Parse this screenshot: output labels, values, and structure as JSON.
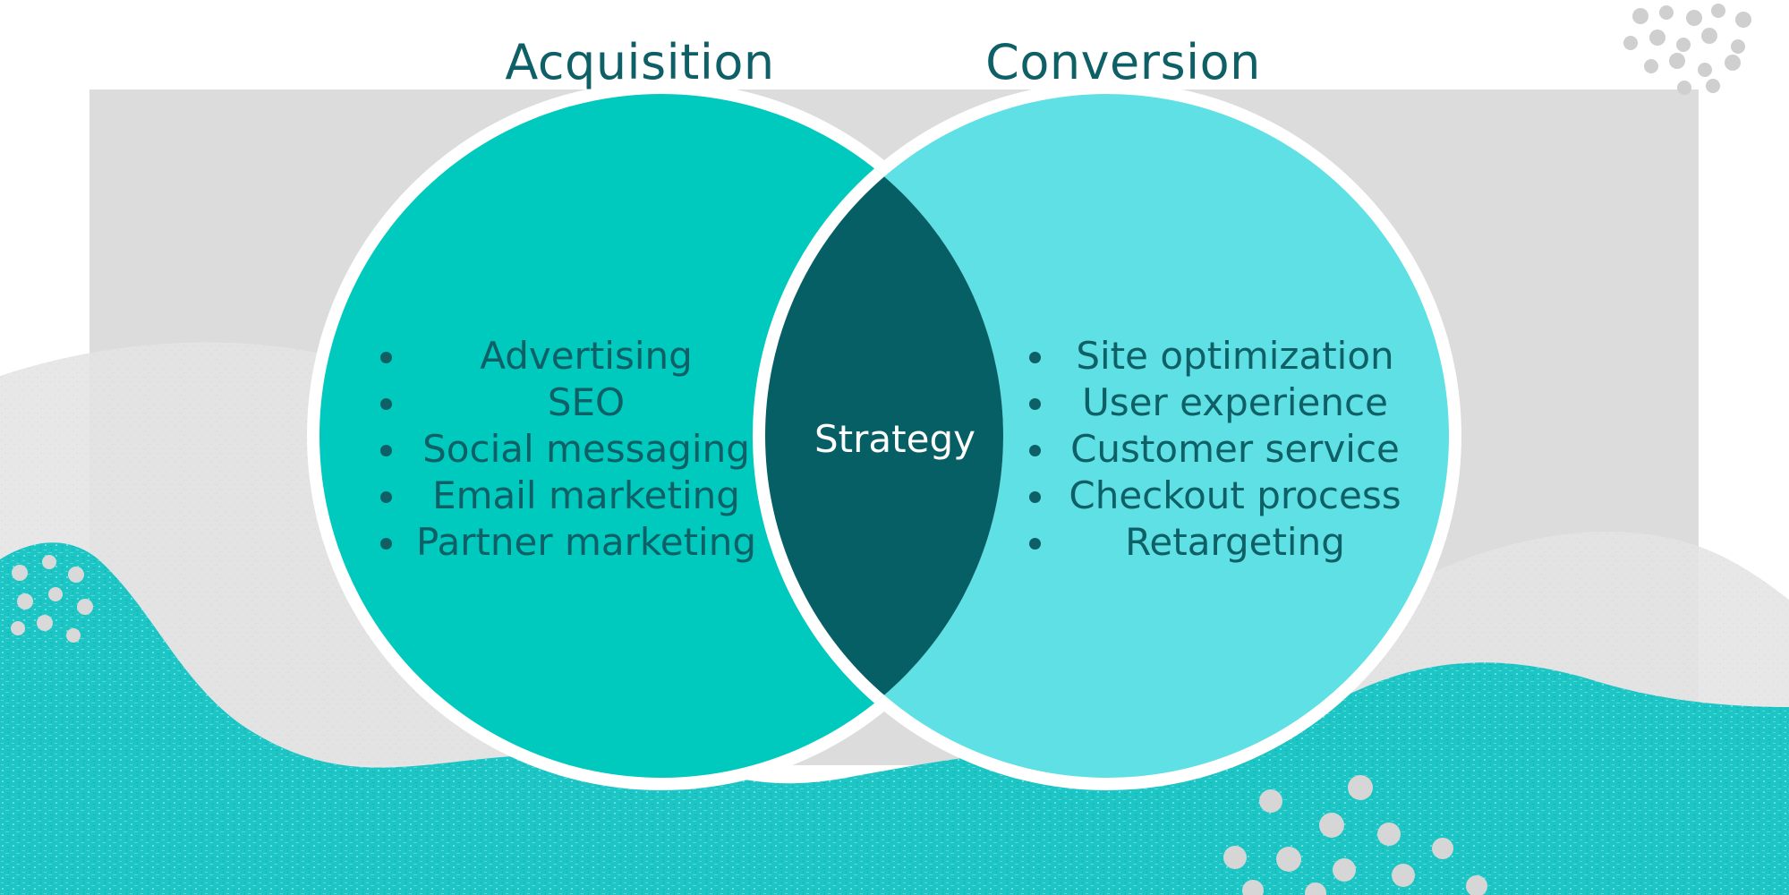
{
  "colors": {
    "left_circle": "#00c9bd",
    "right_circle": "#5ee0e4",
    "intersection": "#075f66",
    "outline": "#ffffff",
    "panel": "#dcdcdc",
    "text_dark": "#0e5f66",
    "wave_teal": "#1dc5c4",
    "wave_light": "#e6e6e6",
    "dots": "#c9c9c9"
  },
  "diagram": {
    "left": {
      "title": "Acquisition",
      "items": [
        "Advertising",
        "SEO",
        "Social messaging",
        "Email marketing",
        "Partner marketing"
      ]
    },
    "right": {
      "title": "Conversion",
      "items": [
        "Site optimization",
        "User experience",
        "Customer service",
        "Checkout process",
        "Retargeting"
      ]
    },
    "intersection": {
      "label": "Strategy"
    }
  }
}
